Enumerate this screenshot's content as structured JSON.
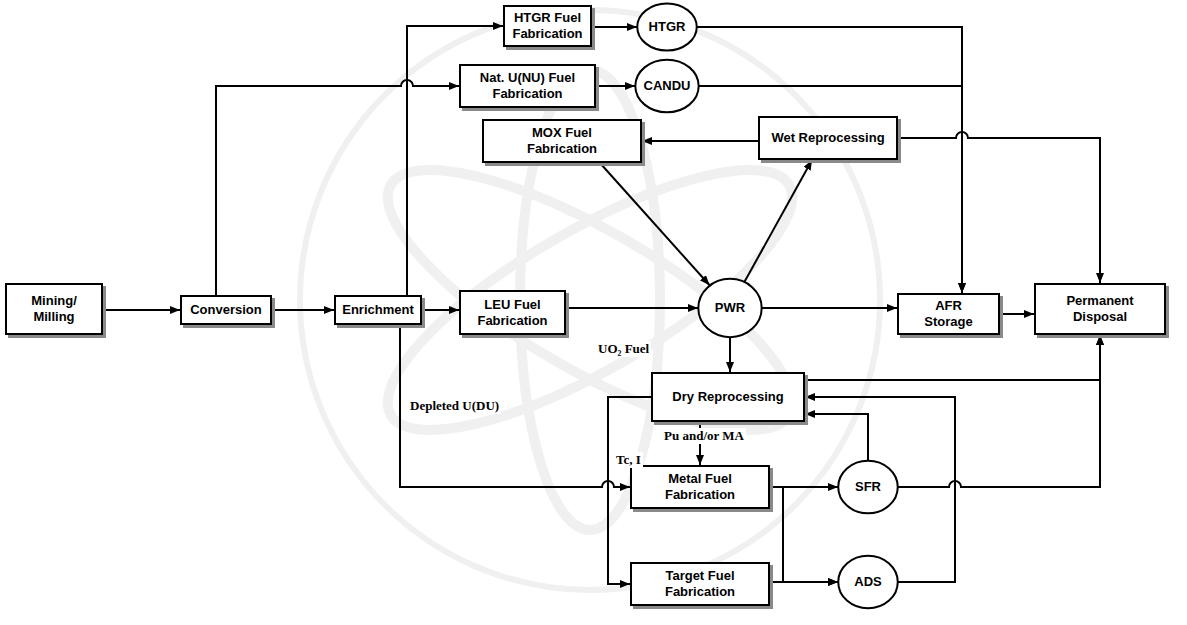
{
  "diagram": {
    "nodes": [
      {
        "text": [
          "Mining/ Milling"
        ]
      },
      {
        "text": [
          "Conversion"
        ]
      },
      {
        "text": [
          "Enrichment"
        ]
      },
      {
        "text": [
          "HTGR Fuel Fabrication"
        ]
      },
      {
        "text": [
          "HTGR"
        ]
      },
      {
        "text": [
          "Nat. U(NU) Fuel Fabrication"
        ]
      },
      {
        "text": [
          "CANDU"
        ]
      },
      {
        "text": [
          "MOX Fuel Fabrication"
        ]
      },
      {
        "text": [
          "Wet Reprocessing"
        ]
      },
      {
        "text": [
          "LEU Fuel Fabrication"
        ]
      },
      {
        "text": [
          "PWR"
        ]
      },
      {
        "text": [
          "AFR Storage"
        ]
      },
      {
        "text": [
          "Permanent Disposal"
        ]
      },
      {
        "text": [
          "Dry Reprocessing"
        ]
      },
      {
        "text": [
          "Metal Fuel Fabrication"
        ]
      },
      {
        "text": [
          "SFR"
        ]
      },
      {
        "text": [
          "Target Fuel Fabrication"
        ]
      },
      {
        "text": [
          "ADS"
        ]
      }
    ],
    "edges": [
      {
        "from": 0,
        "to": 1,
        "arrow": "to"
      },
      {
        "from": 1,
        "to": 2,
        "arrow": "to"
      },
      {
        "from": 1,
        "to": 5,
        "arrow": "to"
      },
      {
        "from": 2,
        "to": 3,
        "arrow": "to"
      },
      {
        "from": 2,
        "to": 9,
        "arrow": "to"
      },
      {
        "from": 3,
        "to": 4,
        "arrow": "to"
      },
      {
        "from": 5,
        "to": 6,
        "arrow": "to"
      },
      {
        "from": 4,
        "to": 11,
        "arrow": "to"
      },
      {
        "from": 6,
        "to": 11,
        "arrow": "to"
      },
      {
        "from": 8,
        "to": 7,
        "arrow": "to"
      },
      {
        "from": 7,
        "to": 10,
        "arrow": "to"
      },
      {
        "from": 10,
        "to": 8,
        "arrow": "to"
      },
      {
        "from": 9,
        "to": 10,
        "arrow": "to"
      },
      {
        "from": 10,
        "to": 11,
        "arrow": "to"
      },
      {
        "from": 11,
        "to": 12,
        "arrow": "to"
      },
      {
        "from": 10,
        "to": 13,
        "label": "UO₂ Fuel",
        "arrow": "to"
      },
      {
        "from": 13,
        "to": 12,
        "arrow": "to"
      },
      {
        "from": 8,
        "to": 12,
        "arrow": "to"
      },
      {
        "from": 13,
        "to": 14,
        "label": "Pu and/or MA",
        "arrow": "to"
      },
      {
        "from": 13,
        "to": 16,
        "label": "Tc, I",
        "arrow": "to"
      },
      {
        "from": 2,
        "to": 14,
        "label": "Depleted U(DU)",
        "arrow": "to"
      },
      {
        "from": 14,
        "to": 15,
        "arrow": "to"
      },
      {
        "from": 14,
        "to": 17,
        "arrow": "to"
      },
      {
        "from": 16,
        "to": 17,
        "arrow": "to"
      },
      {
        "from": 15,
        "to": 12,
        "arrow": "to"
      },
      {
        "from": 17,
        "to": 13,
        "arrow": "to"
      },
      {
        "from": 15,
        "to": 13,
        "arrow": "to"
      }
    ]
  }
}
